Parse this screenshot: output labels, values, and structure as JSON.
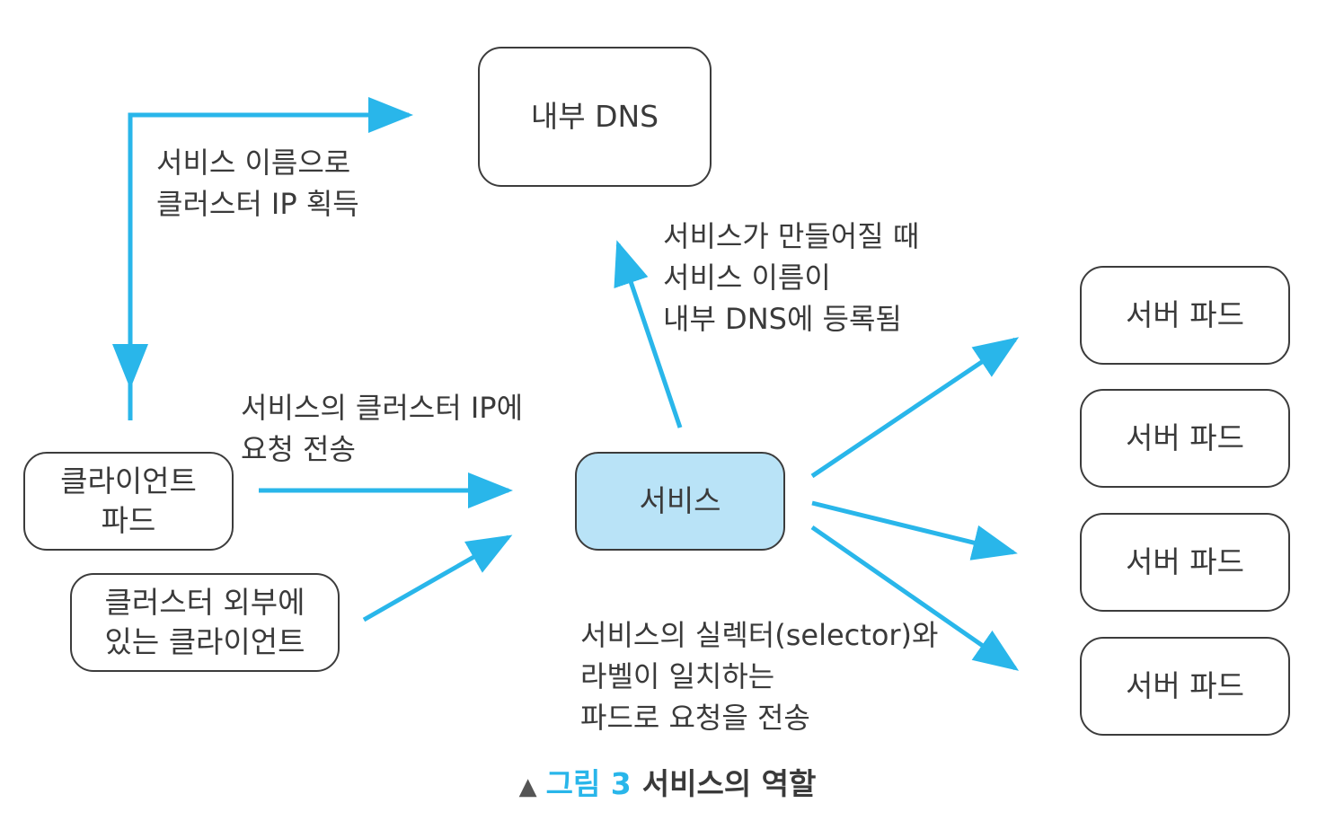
{
  "colors": {
    "arrow": "#29b6ea",
    "service_fill": "#b9e3f7",
    "node_border": "#3c3c3c",
    "caption_accent": "#29b6ea"
  },
  "nodes": {
    "dns": "내부 DNS",
    "client_pod": [
      "클라이언트",
      "파드"
    ],
    "external_client": [
      "클러스터 외부에",
      "있는 클라이언트"
    ],
    "service": "서비스",
    "server_pods": [
      "서버 파드",
      "서버 파드",
      "서버 파드",
      "서버 파드"
    ]
  },
  "notes": {
    "get_ip": [
      "서비스 이름으로",
      "클러스터 IP 획득"
    ],
    "register_dns": [
      "서비스가 만들어질 때",
      "서비스 이름이",
      "내부 DNS에 등록됨"
    ],
    "send_request": [
      "서비스의 클러스터 IP에",
      "요청 전송"
    ],
    "selector": [
      "서비스의 실렉터(selector)와",
      "라벨이 일치하는",
      "파드로 요청을 전송"
    ]
  },
  "caption": {
    "marker": "▲",
    "figure": "그림 3",
    "title": "서비스의 역할"
  }
}
